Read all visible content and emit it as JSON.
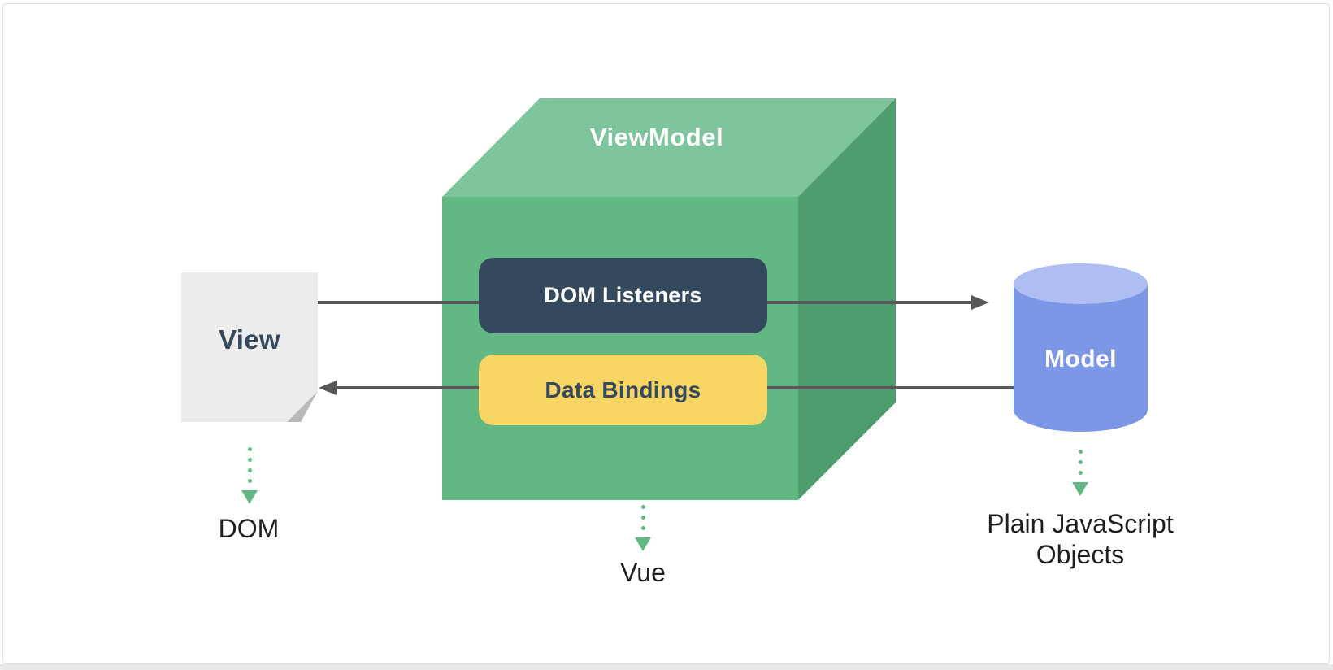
{
  "diagram": {
    "viewmodel": {
      "title": "ViewModel",
      "dom_listeners_label": "DOM Listeners",
      "data_bindings_label": "Data Bindings",
      "caption": "Vue"
    },
    "view": {
      "title": "View",
      "caption": "DOM"
    },
    "model": {
      "title": "Model",
      "caption_line1": "Plain JavaScript",
      "caption_line2": "Objects"
    }
  },
  "colors": {
    "green-front": "#61b883",
    "green-top": "#7ec49c",
    "green-right": "#4f9c6e",
    "navy": "#35495e",
    "yellow": "#f7d666",
    "blue-body": "#7b97e6",
    "blue-top": "#aebdf2",
    "arrow-gray": "#58585a",
    "doc-gray": "#ededed",
    "doc-fold": "#b9b9b9",
    "caption-color": "#1f1f1f",
    "card-border": "#dfdfdf",
    "frame-strip": "#e8e8e8"
  }
}
